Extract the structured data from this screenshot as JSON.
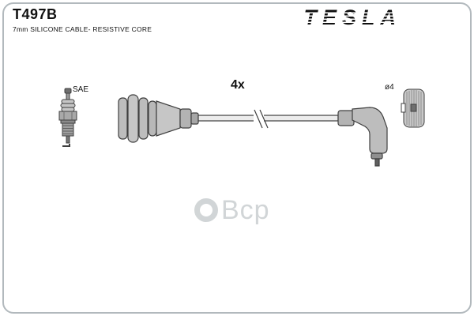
{
  "header": {
    "part_number": "T497B",
    "description": "7mm SILICONE CABLE- RESISTIVE CORE",
    "brand_logo": "TESLA"
  },
  "diagram": {
    "spark_plug_label": "SAE",
    "quantity_label": "4x",
    "terminal_diameter_label": "ø4"
  },
  "watermark": {
    "text": "Bcp"
  },
  "colors": {
    "frame_border": "#b2b9bd",
    "ink": "#111111",
    "part_fill": "#c0c0c0",
    "part_outline": "#3f3f3f",
    "watermark": "#cdd1d3"
  }
}
